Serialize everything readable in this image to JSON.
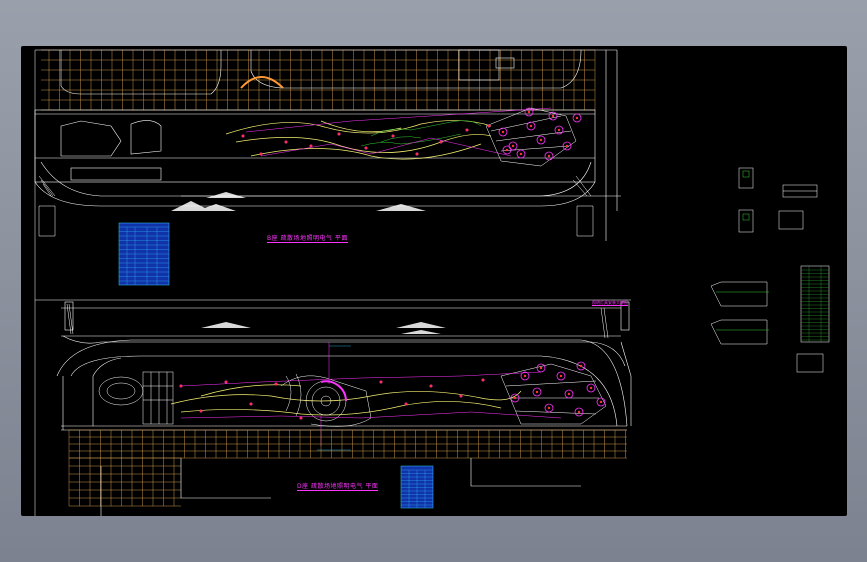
{
  "drawing": {
    "top_plan_title": "B座 疏散场地照明电气 平面",
    "bottom_plan_title": "D座 疏散场地照明电气 平面",
    "side_note_title": "照明灯具安装大样图",
    "colors": {
      "background": "#000000",
      "frame": "#9aa0ab",
      "grid": "#c8964a",
      "outline": "#ffffff",
      "pathway_yellow": "#f5f070",
      "cable_magenta": "#ff33ff",
      "fixture_red": "#ff3333",
      "plant_green": "#33cc33",
      "table_cyan": "#33ccff",
      "table_blue": "#2255ff"
    }
  }
}
